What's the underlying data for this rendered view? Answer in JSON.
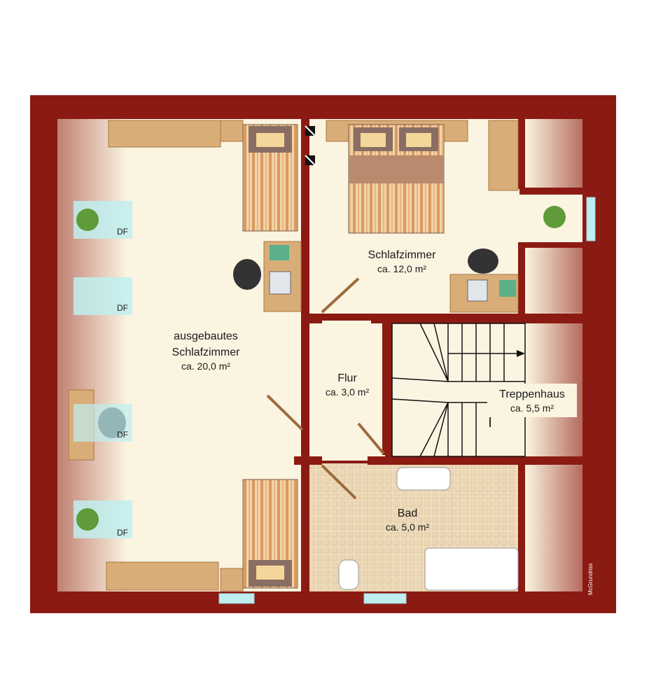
{
  "rooms": {
    "big_bedroom": {
      "name_line1": "ausgebautes",
      "name_line2": "Schlafzimmer",
      "area": "ca. 20,0 m²"
    },
    "bedroom": {
      "name": "Schlafzimmer",
      "area": "ca. 12,0 m²"
    },
    "hallway": {
      "name": "Flur",
      "area": "ca. 3,0 m²"
    },
    "stairwell": {
      "name": "Treppenhaus",
      "area": "ca. 5,5 m²"
    },
    "bathroom": {
      "name": "Bad",
      "area": "ca. 5,0 m²"
    }
  },
  "skylights": [
    "DF",
    "DF",
    "DF",
    "DF"
  ],
  "watermark": "McGrundriss",
  "colors": {
    "wall": "#8b1a12",
    "roof": "#c98a7a",
    "floor": "#fbf4e1",
    "wood": "#d9ad78",
    "tile": "#e9d3b1",
    "glass": "#bfeef0"
  }
}
